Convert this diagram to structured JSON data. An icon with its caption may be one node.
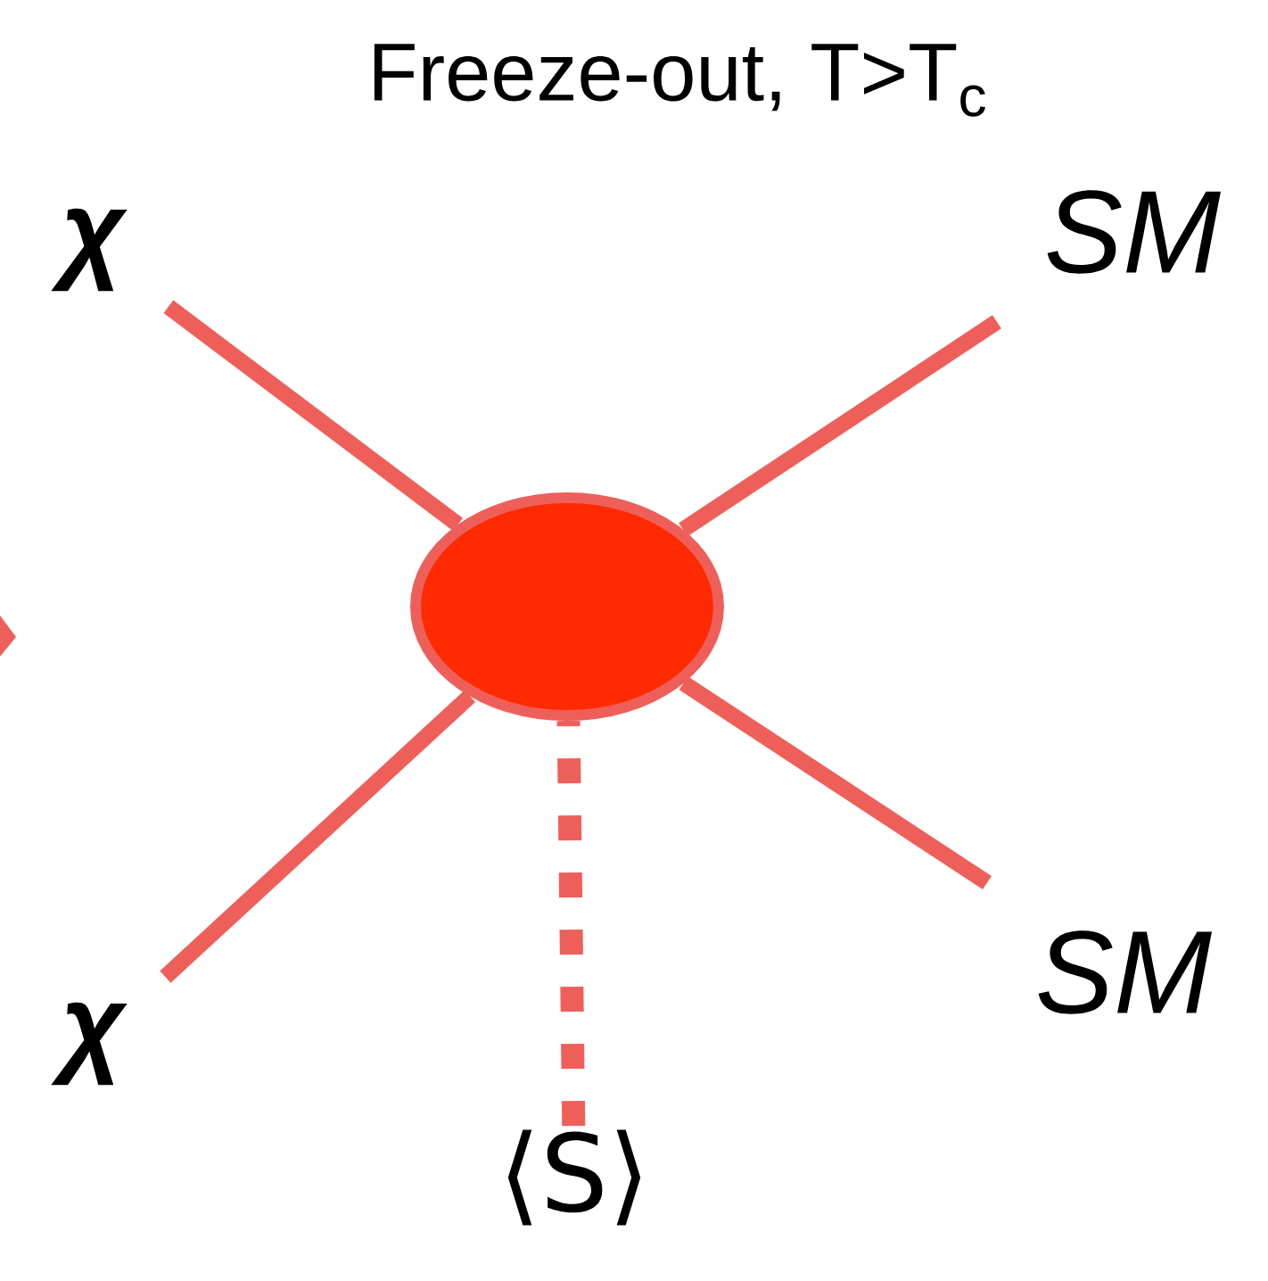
{
  "diagram": {
    "title": "Freeze-out, T>T$_{c}$",
    "nodes": [
      {
        "text": [],
        "shape": "circle"
      },
      {
        "text": [
          "χ"
        ]
      },
      {
        "text": [
          "SM"
        ]
      },
      {
        "text": [
          "SM"
        ]
      },
      {
        "text": [
          "χ"
        ]
      },
      {
        "text": [
          "⟨S⟩"
        ]
      }
    ],
    "edges": [
      {
        "from": 1,
        "to": 0,
        "arrow": "none"
      },
      {
        "from": 2,
        "to": 0,
        "arrow": "none"
      },
      {
        "from": 3,
        "to": 0,
        "arrow": "none"
      },
      {
        "from": 4,
        "to": 0,
        "arrow": "none"
      },
      {
        "from": 5,
        "to": 0,
        "arrow": "none",
        "style": "dashed"
      }
    ]
  }
}
